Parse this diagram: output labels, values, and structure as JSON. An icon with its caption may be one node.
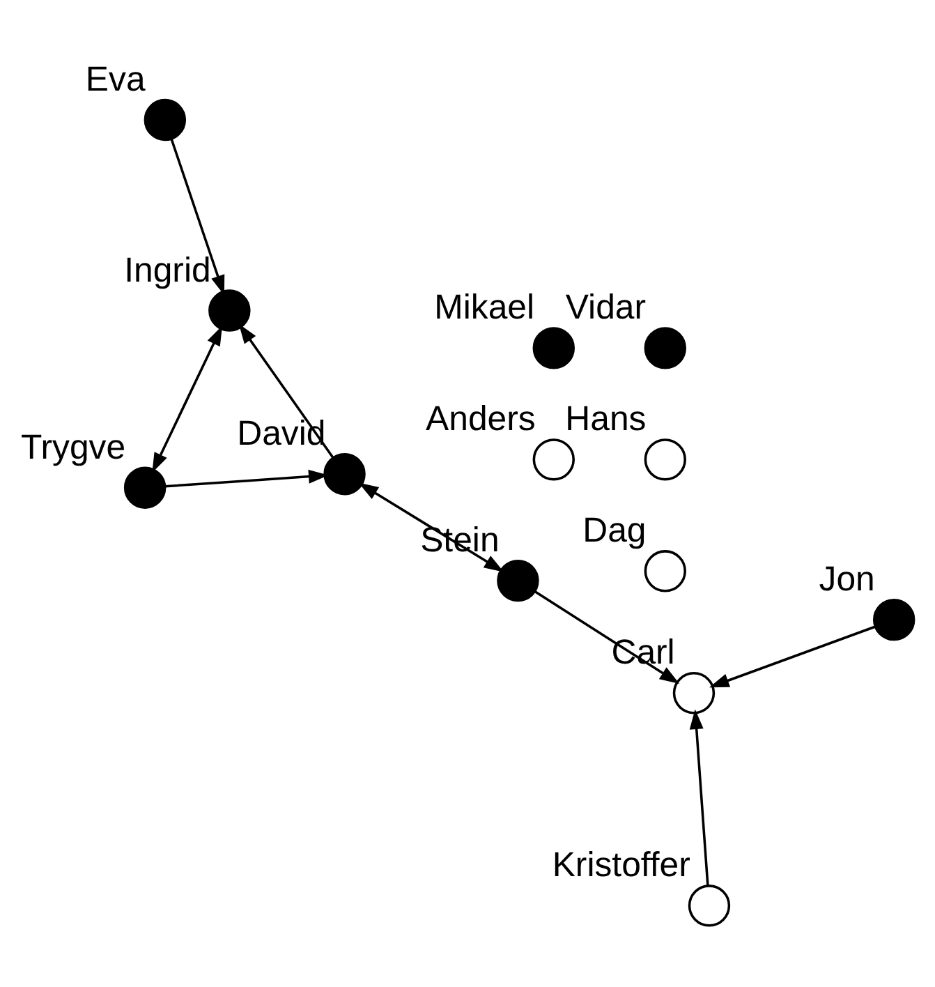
{
  "diagram": {
    "nodes": [
      {
        "text": [
          "Anders"
        ]
      },
      {
        "text": [
          "Dag"
        ]
      },
      {
        "text": [
          "Jon"
        ]
      },
      {
        "text": [
          "Hans"
        ]
      },
      {
        "text": [
          "Kristoffer"
        ]
      },
      {
        "text": [
          "Carl"
        ]
      },
      {
        "text": [
          "Vidar"
        ]
      },
      {
        "text": [
          "Stein"
        ]
      },
      {
        "text": [
          "Mikael"
        ]
      },
      {
        "text": [
          "David"
        ]
      },
      {
        "text": [
          "Trygve"
        ]
      },
      {
        "text": [
          "Ingrid"
        ]
      },
      {
        "text": [
          "Eva"
        ]
      }
    ],
    "edges": [
      {
        "from": 2,
        "to": 5,
        "arrow": "to"
      },
      {
        "from": 4,
        "to": 5,
        "arrow": "to"
      },
      {
        "from": 7,
        "to": 5,
        "arrow": "to"
      },
      {
        "from": 7,
        "to": 9,
        "arrow": "both"
      },
      {
        "from": 10,
        "to": 9,
        "arrow": "to"
      },
      {
        "from": 10,
        "to": 11,
        "arrow": "both"
      },
      {
        "from": 9,
        "to": 11,
        "arrow": "to"
      },
      {
        "from": 12,
        "to": 11,
        "arrow": "to"
      }
    ]
  }
}
